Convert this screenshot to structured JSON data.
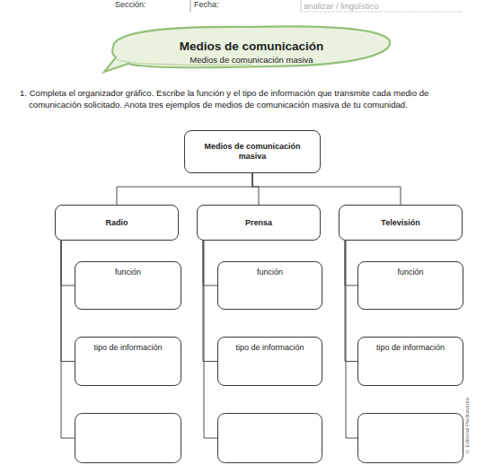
{
  "diagram": {
    "title": "Medios de comunicación",
    "nodes": [
      {
        "text": [
          "Medios de comunicación masiva"
        ]
      },
      {
        "text": [
          "Radio"
        ]
      },
      {
        "text": [
          "Prensa"
        ]
      },
      {
        "text": [
          "Televisión"
        ]
      },
      {
        "text": [
          "función"
        ]
      },
      {
        "text": [
          "función"
        ]
      },
      {
        "text": [
          "función"
        ]
      },
      {
        "text": [
          "tipo de información"
        ]
      },
      {
        "text": [
          "tipo de información"
        ]
      },
      {
        "text": [
          "tipo de información"
        ]
      }
    ],
    "edges": [
      {
        "from": 0,
        "to": 1,
        "arrow": "none"
      },
      {
        "from": 0,
        "to": 2,
        "arrow": "none"
      },
      {
        "from": 0,
        "to": 3,
        "arrow": "none"
      },
      {
        "from": 1,
        "to": 4,
        "arrow": "none"
      },
      {
        "from": 1,
        "to": 7,
        "arrow": "none"
      },
      {
        "from": 2,
        "to": 5,
        "arrow": "none"
      },
      {
        "from": 2,
        "to": 8,
        "arrow": "none"
      },
      {
        "from": 3,
        "to": 6,
        "arrow": "none"
      },
      {
        "from": 3,
        "to": 9,
        "arrow": "none"
      }
    ],
    "labels": [
      "Sección:",
      "Fecha:",
      "analizar / lingüístico",
      "Medios de comunicación masiva",
      "1. Completa el organizador gráfico. Escribe la función y el tipo de información que transmite cada medio de comunicación solicitado. Anota tres ejemplos de medios de comunicación masiva de tu comunidad.",
      "© Editorial Piedrasanta"
    ]
  }
}
